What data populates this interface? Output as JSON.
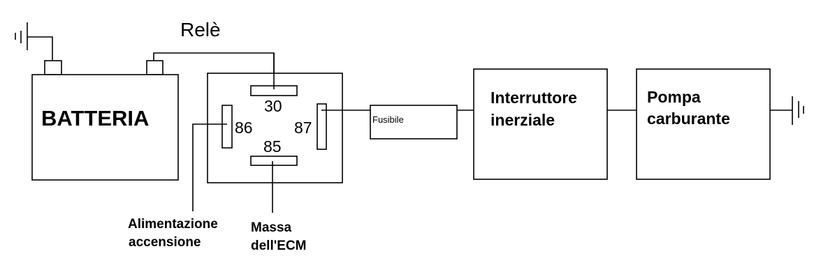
{
  "relay": {
    "title": "Relè",
    "pin_30": "30",
    "pin_86": "86",
    "pin_87": "87",
    "pin_85": "85"
  },
  "battery": {
    "label": "BATTERIA"
  },
  "fuse": {
    "label": "Fusibile"
  },
  "inertia_switch": {
    "line1": "Interruttore",
    "line2": "inerziale"
  },
  "fuel_pump": {
    "line1": "Pompa",
    "line2": "carburante"
  },
  "ignition_feed": {
    "line1": "Alimentazione",
    "line2": "accensione"
  },
  "ecm_ground": {
    "line1": "Massa",
    "line2": "dell'ECM"
  }
}
